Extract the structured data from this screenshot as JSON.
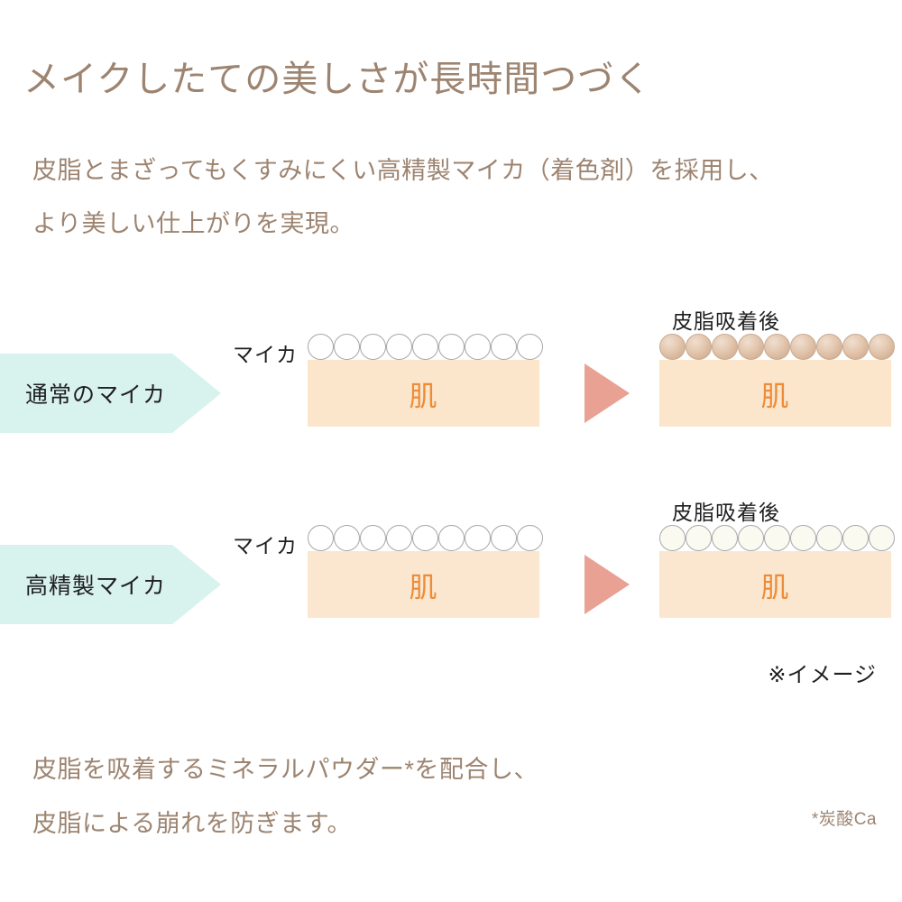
{
  "headline": "メイクしたての美しさが長時間つづく",
  "intro": {
    "line1": "皮脂とまざってもくすみにくい高精製マイカ（着色剤）を採用し、",
    "line2": "より美しい仕上がりを実現。"
  },
  "diagram": {
    "mica_caption": "マイカ",
    "after_caption": "皮脂吸着後",
    "skin_label": "肌",
    "circle_count": 9,
    "rows": [
      {
        "banner_label": "通常のマイカ",
        "before_state": "clean",
        "after_state": "dull"
      },
      {
        "banner_label": "高精製マイカ",
        "before_state": "clean",
        "after_state": "ivory"
      }
    ]
  },
  "image_note": "※イメージ",
  "outro": {
    "line1": "皮脂を吸着するミネラルパウダー*を配合し、",
    "line2": "皮脂による崩れを防ぎます。"
  },
  "ingredient_note": "*炭酸Ca",
  "colors": {
    "text_brown": "#9d8470",
    "banner_mint": "#d8f2ee",
    "skin_peach": "#fbe5cb",
    "skin_text_orange": "#ed8c38",
    "arrow_pink": "#e8a193",
    "mica_dull": "#e4c8b0",
    "mica_ivory": "#fbfaf1",
    "background": "#ffffff"
  }
}
